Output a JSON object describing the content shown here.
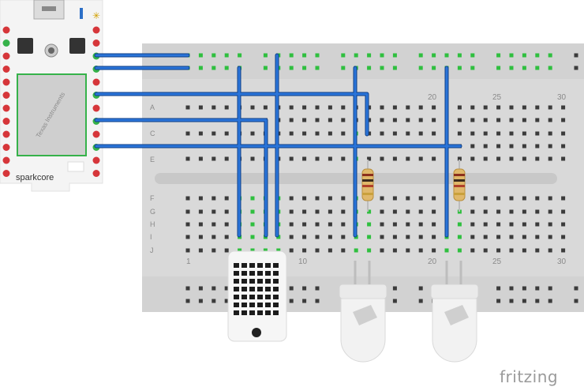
{
  "breadboard": {
    "row_labels": [
      "A",
      "C",
      "E",
      "F",
      "G",
      "H",
      "I",
      "J"
    ],
    "column_numbers_top": [
      "20",
      "25",
      "30"
    ],
    "column_numbers_bottom": [
      "1",
      "10",
      "20",
      "25",
      "30"
    ]
  },
  "sparkcore": {
    "label": "sparkcore",
    "chip_brand": "Texas Instruments"
  },
  "footer": {
    "brand": "fritzing"
  },
  "colors": {
    "wire": "#1f66c8",
    "wire_outline": "#0f3f87",
    "board": "#d9d9d9",
    "rail_strip": "#cfcfcf",
    "hole": "#3b3b3b",
    "hole_active": "#2fbf3f",
    "resistor_body": "#e0b86a",
    "core_body": "#f4f4f4",
    "core_chip": "#cfcfcf",
    "core_chip_border": "#36b24a",
    "core_pin": "#d6363a"
  }
}
